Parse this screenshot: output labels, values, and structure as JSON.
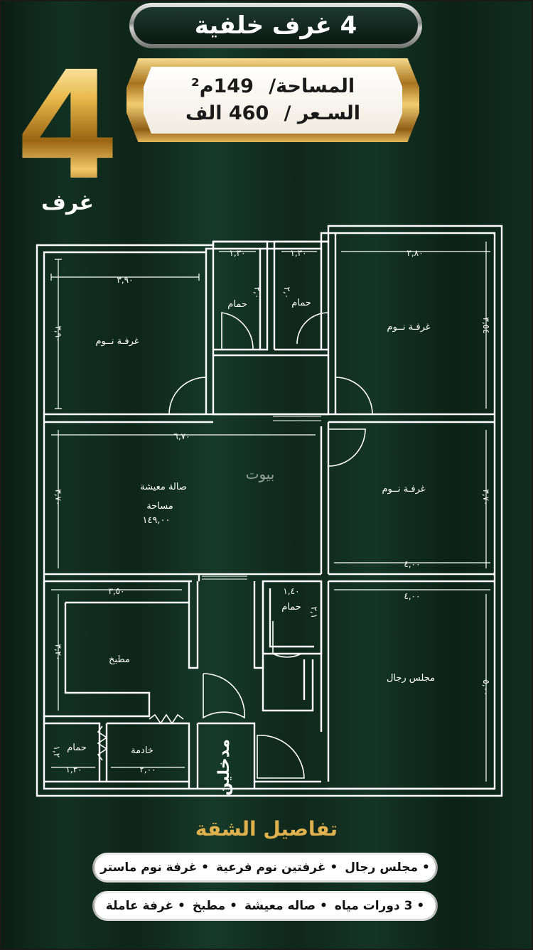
{
  "header": {
    "title": "4 غرف خلفية"
  },
  "info": {
    "area_label": "المساحة/",
    "area_value": "149م²",
    "price_label": "السـعر /",
    "price_value": "460 الف"
  },
  "badge": {
    "number": "4",
    "word": "غرف"
  },
  "plan": {
    "watermark": "بيوت",
    "rooms": {
      "bedroom_top_left": "غرفـة نــوم",
      "bath_1": "حمام",
      "bath_2": "حمام",
      "bedroom_top_right": "غرفـة نــوم",
      "living": "صالة معيشة",
      "living_area_label": "مساحة",
      "living_area_value": "١٤٩,٠٠",
      "bedroom_mid_right": "غرفـة نــوم",
      "bath_3": "حمام",
      "kitchen": "مطبخ",
      "majlis": "مجلس رجال",
      "maid": "خادمة",
      "bath_maid": "حمام",
      "entrance": "مدخلين"
    },
    "dims": {
      "d1": "٣,٩٠",
      "d2": "٣,٩٠",
      "d3": "١,٣٠",
      "d4": "١,٣٠",
      "d5": "٣,٨٠",
      "d6": "٣,٥٤",
      "d7": "٦,٧٠",
      "d8": "٣,٧٠",
      "d9": "٣,٧٠",
      "d10": "٤,٠٠",
      "d11": "٣,٥٠",
      "d12": "٣,٢٠",
      "d13": "١,٤٠",
      "d14": "٤,٠٠",
      "d15": "٥,٠٠",
      "d16": "١,٣٠",
      "d17": "٢,٠٠",
      "d18": "١,٢",
      "d19": "٢,٠",
      "d20": "٢,٠",
      "d21": "٢,١"
    }
  },
  "details": {
    "title": "تفاصيل الشقة",
    "row1": [
      "• مجلس رجال",
      "• غرفتين نوم فرعية",
      "• غرفة نوم ماستر"
    ],
    "row2": [
      "• 3 دورات مياه",
      "• صاله معيشة",
      "• مطبخ",
      "• غرفة عاملة"
    ]
  },
  "colors": {
    "background": "#0e2519",
    "gold": "#d8a53a",
    "lines": "#ffffff"
  }
}
